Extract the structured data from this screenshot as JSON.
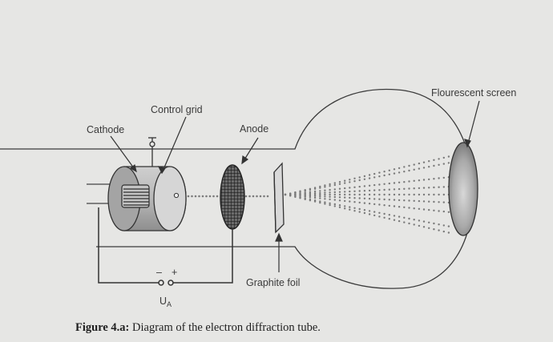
{
  "labels": {
    "cathode": "Cathode",
    "control_grid": "Control grid",
    "anode": "Anode",
    "screen": "Flourescent screen",
    "foil": "Graphite foil",
    "minus": "–",
    "plus": "+",
    "voltage_main": "U",
    "voltage_sub": "A"
  },
  "caption": {
    "prefix": "Figure 4.a:",
    "text": " Diagram of the electron diffraction tube."
  }
}
